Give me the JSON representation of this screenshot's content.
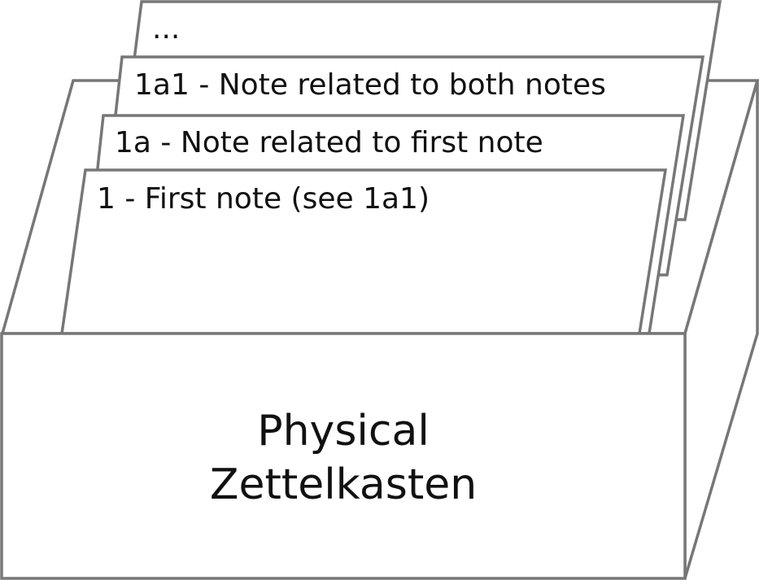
{
  "cards": [
    {
      "id": "card-ellipsis",
      "label": "..."
    },
    {
      "id": "card-1a1",
      "label": "1a1 - Note related to both notes"
    },
    {
      "id": "card-1a",
      "label": "1a - Note related to first note"
    },
    {
      "id": "card-1",
      "label": "1 - First note (see 1a1)"
    }
  ],
  "box": {
    "line1": "Physical",
    "line2": "Zettelkasten"
  },
  "colors": {
    "stroke": "#777777",
    "fill": "#ffffff",
    "text": "#111111"
  }
}
